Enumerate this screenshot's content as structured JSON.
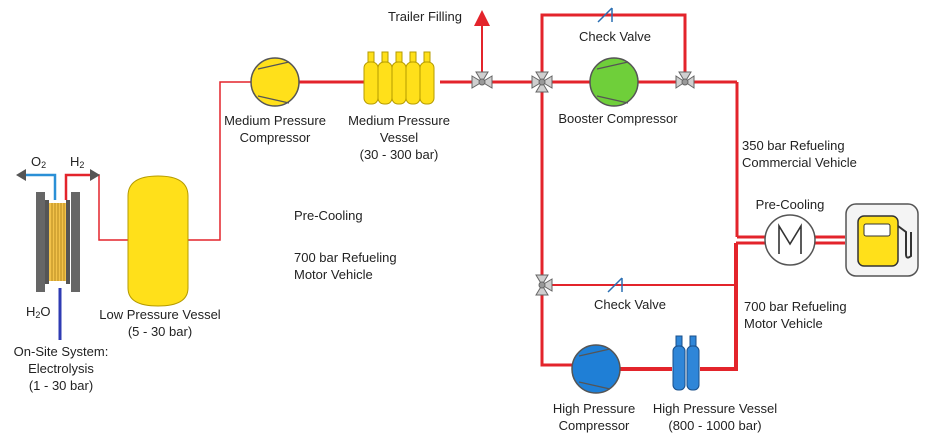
{
  "colors": {
    "pipe": "#e3242b",
    "hydrogen_line": "#e3242b",
    "oxygen_line": "#2a8fd6",
    "water_line": "#2f3bb3",
    "vessel_yellow": "#ffe01a",
    "booster_green": "#6fcf3a",
    "hp_blue": "#1f7fd6",
    "cylinder_blue": "#2f86d8",
    "valve_gray": "#cfcfcf",
    "frame_gray": "#666666"
  },
  "electrolysis": {
    "o2": "O",
    "o2_sub": "2",
    "h2": "H",
    "h2_sub": "2",
    "h2o_a": "H",
    "h2o_sub": "2",
    "h2o_b": "O",
    "label": [
      "On-Site System:",
      "Electrolysis",
      "(1 - 30 bar)"
    ]
  },
  "low_pressure_vessel": [
    "Low Pressure Vessel",
    "(5 - 30 bar)"
  ],
  "medium_pressure_compressor": [
    "Medium Pressure",
    "Compressor"
  ],
  "medium_pressure_vessel": [
    "Medium Pressure",
    "Vessel",
    "(30 - 300 bar)"
  ],
  "trailer_filling": "Trailer Filling",
  "check_valve_top": "Check Valve",
  "booster_compressor": "Booster Compressor",
  "refuel_350": [
    "350 bar Refueling",
    "Commercial Vehicle"
  ],
  "pre_cooling_right": "Pre-Cooling",
  "pre_cooling_middle": "Pre-Cooling",
  "refuel_700_middle": [
    "700 bar Refueling",
    "Motor Vehicle"
  ],
  "check_valve_bottom": "Check Valve",
  "refuel_700_right": [
    "700 bar Refueling",
    "Motor Vehicle"
  ],
  "high_pressure_compressor": [
    "High Pressure",
    "Compressor"
  ],
  "high_pressure_vessel": [
    "High Pressure Vessel",
    "(800 - 1000 bar)"
  ]
}
